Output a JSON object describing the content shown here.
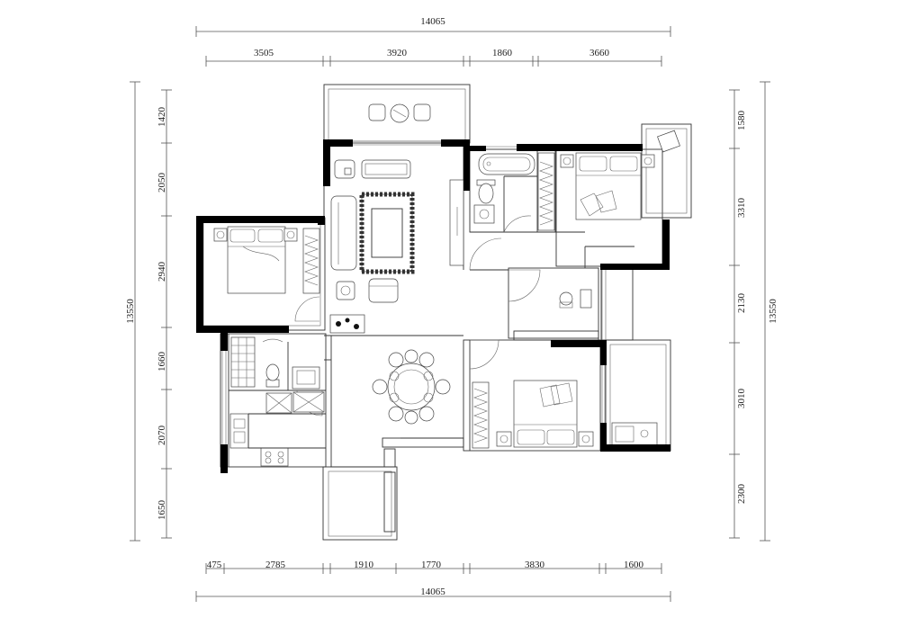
{
  "dimensions": {
    "top_total": "14065",
    "top_segments": [
      "3505",
      "3920",
      "1860",
      "3660"
    ],
    "bottom_segments": [
      "475",
      "2785",
      "1910",
      "1770",
      "3830",
      "1600"
    ],
    "bottom_total": "14065",
    "left_segments": [
      "1420",
      "2050",
      "2940",
      "1660",
      "2070",
      "1650"
    ],
    "left_total": "13550",
    "right_segments": [
      "1580",
      "3310",
      "2130",
      "3010",
      "2300"
    ],
    "right_total": "13550"
  },
  "colors": {
    "wall": "#000000",
    "line": "#333333",
    "background": "#ffffff"
  }
}
